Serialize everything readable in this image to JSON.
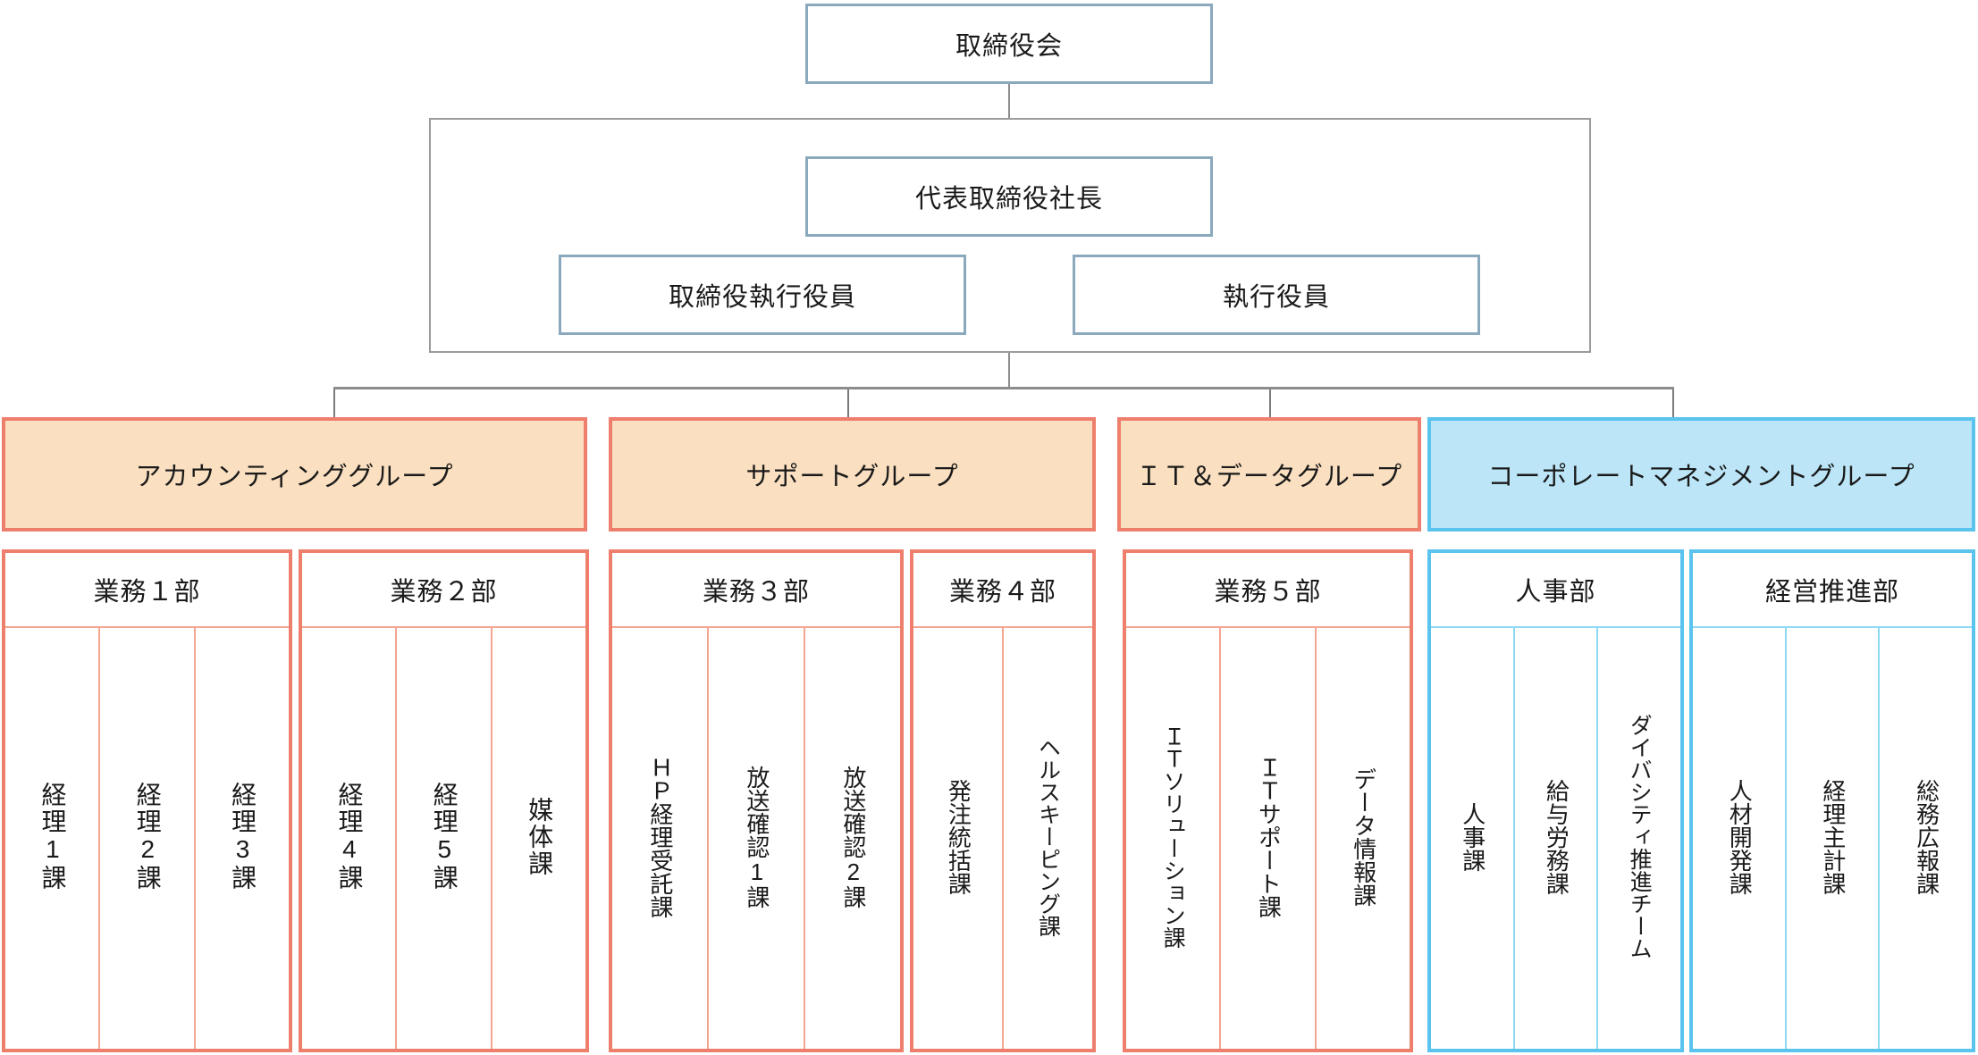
{
  "executive": {
    "board": "取締役会",
    "president": "代表取締役社長",
    "officers": [
      "取締役執行役員",
      "執行役員"
    ]
  },
  "groups": [
    {
      "name": "アカウンティンググループ",
      "color": "#fadfc0",
      "border_color": "#ef7f6d",
      "departments": [
        {
          "name": "業務１部",
          "sections": [
            "経理1課",
            "経理2課",
            "経理3課"
          ]
        },
        {
          "name": "業務２部",
          "sections": [
            "経理4課",
            "経理5課",
            "媒体課"
          ]
        }
      ]
    },
    {
      "name": "サポートグループ",
      "color": "#fadfc0",
      "border_color": "#ef7f6d",
      "departments": [
        {
          "name": "業務３部",
          "sections": [
            "ＨＰ経理受託課",
            "放送確認1課",
            "放送確認2課"
          ]
        },
        {
          "name": "業務４部",
          "sections": [
            "発注統括課",
            "ヘルスキーピング課"
          ]
        }
      ]
    },
    {
      "name": "ＩＴ＆データグループ",
      "color": "#fadfc0",
      "border_color": "#ef7f6d",
      "departments": [
        {
          "name": "業務５部",
          "sections": [
            "ＩＴソリューション課",
            "ＩＴサポート課",
            "データ情報課"
          ]
        }
      ]
    },
    {
      "name": "コーポレートマネジメントグループ",
      "color": "#bce6f8",
      "border_color": "#5ac3ee",
      "departments": [
        {
          "name": "人事部",
          "sections": [
            "人事課",
            "給与労務課",
            "ダイバシティ推進チーム"
          ]
        },
        {
          "name": "経営推進部",
          "sections": [
            "人材開発課",
            "経理主計課",
            "総務広報課"
          ]
        }
      ]
    }
  ]
}
